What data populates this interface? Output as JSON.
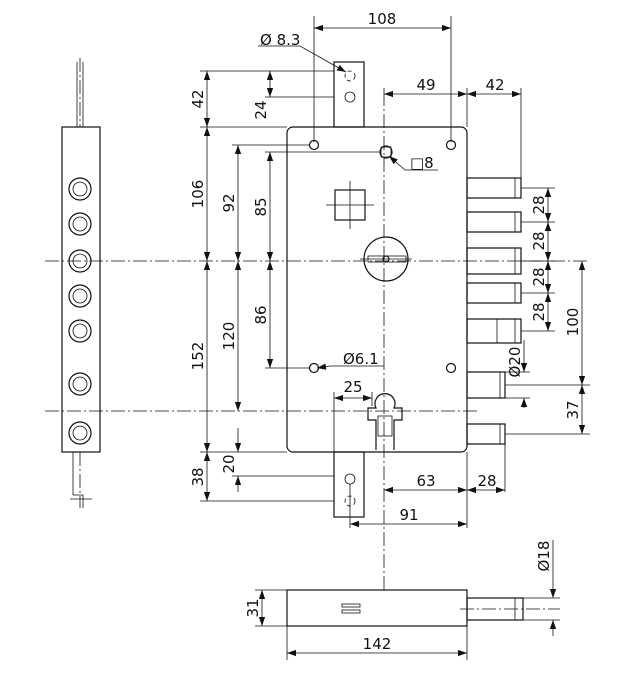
{
  "dimensions": {
    "d108": "108",
    "d49": "49",
    "d42_top": "42",
    "d42_left": "42",
    "d24": "24",
    "d106": "106",
    "d92": "92",
    "d85": "85",
    "d86": "86",
    "d120": "120",
    "d152": "152",
    "d38": "38",
    "d20_left": "20",
    "d25": "25",
    "d28_a": "28",
    "d28_b": "28",
    "d28_c": "28",
    "d28_d": "28",
    "d100": "100",
    "d37": "37",
    "d63": "63",
    "d28_bottom": "28",
    "d91": "91",
    "d31": "31",
    "d142": "142",
    "phi_83": "Ø 8.3",
    "sq_8": "□8",
    "phi_61": "Ø6.1",
    "phi_20": "Ø20",
    "phi_18": "Ø18"
  }
}
